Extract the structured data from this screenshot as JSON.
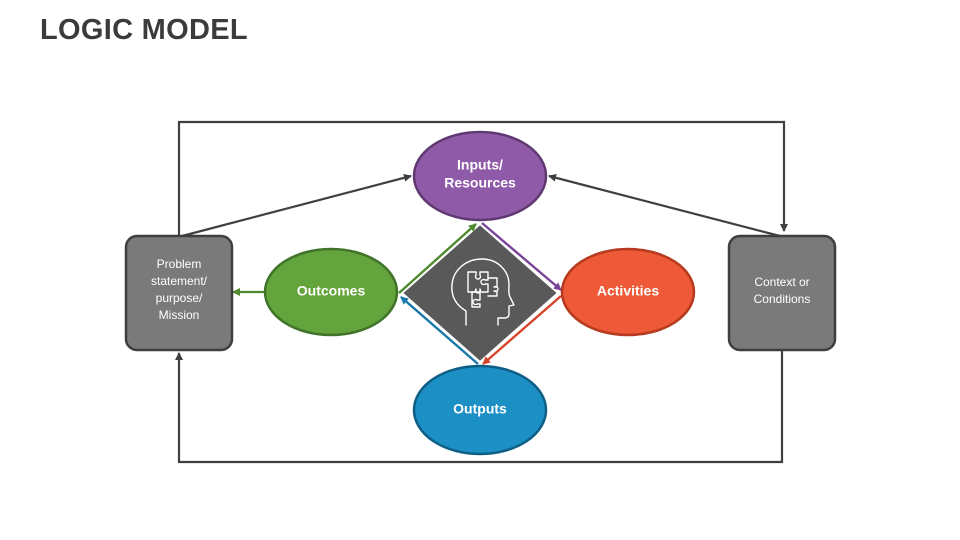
{
  "title": "LOGIC MODEL",
  "nodes": {
    "inputs": {
      "lines": [
        "Inputs/",
        "Resources"
      ],
      "color": "#8f5aa8"
    },
    "activities": {
      "lines": [
        "Activities"
      ],
      "color": "#ee5a37"
    },
    "outputs": {
      "lines": [
        "Outputs"
      ],
      "color": "#1c8fc4"
    },
    "outcomes": {
      "lines": [
        "Outcomes"
      ],
      "color": "#64a43c"
    },
    "problem": {
      "lines": [
        "Problem",
        "statement/",
        "purpose/",
        "Mission"
      ],
      "color": "#7a7a7a"
    },
    "context": {
      "lines": [
        "Context or",
        "Conditions"
      ],
      "color": "#7a7a7a"
    }
  },
  "center_icon": "head-with-puzzle-pieces-icon",
  "colors": {
    "center_diamond": "#595959",
    "frame_line": "#404040",
    "title": "#3b3b3b"
  }
}
